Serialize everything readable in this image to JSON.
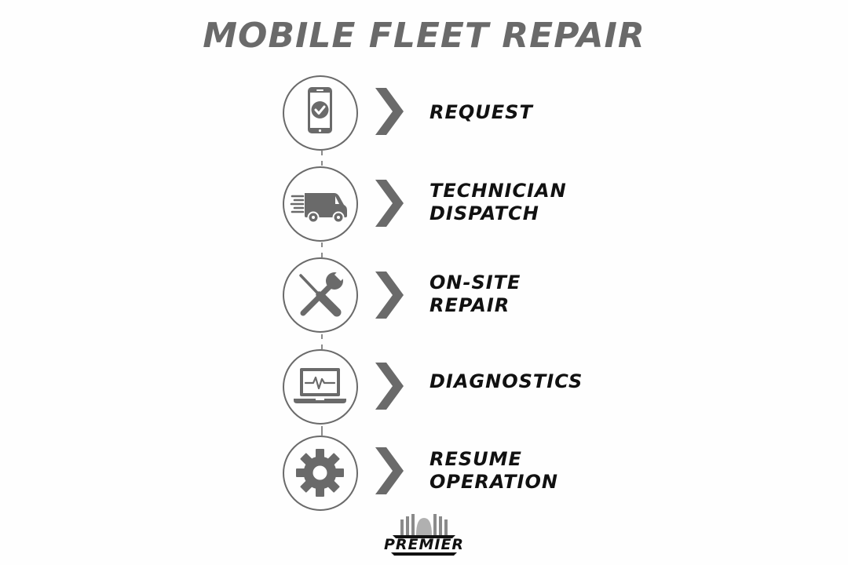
{
  "title": "MOBILE FLEET REPAIR",
  "steps": [
    {
      "icon": "smartphone-check-icon",
      "lines": [
        "REQUEST"
      ]
    },
    {
      "icon": "delivery-van-icon",
      "lines": [
        "TECHNICIAN",
        "DISPATCH"
      ]
    },
    {
      "icon": "wrench-screwdriver-icon",
      "lines": [
        "ON-SITE",
        "REPAIR"
      ]
    },
    {
      "icon": "laptop-heartbeat-icon",
      "lines": [
        "DIAGNOSTICS"
      ]
    },
    {
      "icon": "gear-icon",
      "lines": [
        "RESUME",
        "OPERATION"
      ]
    }
  ],
  "logo": {
    "text": "PREMIER"
  },
  "colors": {
    "icon_gray": "#6a6a6a",
    "label_black": "#111111",
    "background": "#fefefe"
  }
}
